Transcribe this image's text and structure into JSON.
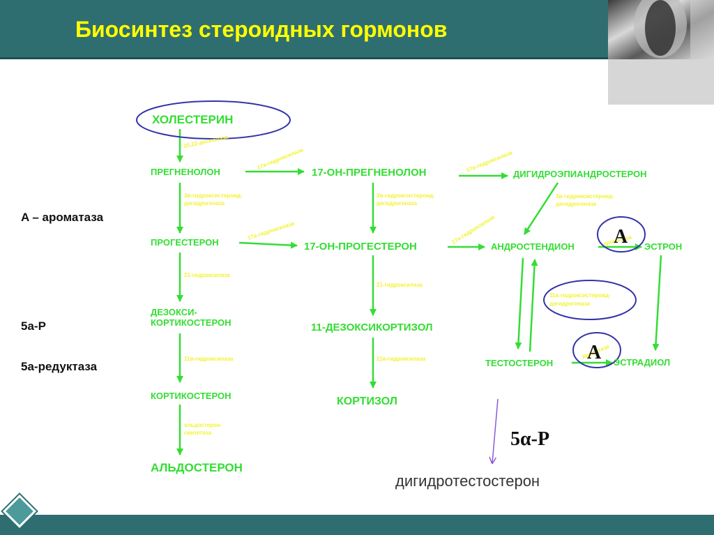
{
  "title": "Биосинтез стероидных гормонов",
  "legend": {
    "aromatase": "A – ароматаза",
    "reductase_abbr": "5a-P",
    "reductase": "5a-редуктаза"
  },
  "compounds": {
    "cholesterol": "ХОЛЕСТЕРИН",
    "pregnenolone": "ПРЕГНЕНОЛОН",
    "oh_pregnenolone": "17-ОН-ПРЕГНЕНОЛОН",
    "dhea": "ДИГИДРОЭПИАНДРОСТЕРОН",
    "progesterone": "ПРОГЕСТЕРОН",
    "oh_progesterone": "17-ОН-ПРОГЕСТЕРОН",
    "androstenedione": "АНДРОСТЕНДИОН",
    "estrone": "ЭСТРОН",
    "deoxycorticosterone_1": "ДЕЗОКСИ-",
    "deoxycorticosterone_2": "КОРТИКОСТЕРОН",
    "deoxycortisol": "11-ДЕЗОКСИКОРТИЗОЛ",
    "testosterone": "ТЕСТОСТЕРОН",
    "estradiol": "ЭСТРАДИОЛ",
    "corticosterone": "КОРТИКОСТЕРОН",
    "cortisol": "КОРТИЗОЛ",
    "aldosterone": "АЛЬДОСТЕРОН"
  },
  "enzymes": {
    "desmolase": "20,22-десмолаза",
    "hydroxylase17_1": "17a-гидроксилаза",
    "hydroxylase17_2": "17a-гидроксилаза",
    "hsd3b_1": "3в-гидроксистероид-",
    "hsd3b_2": "дегидрогеназа",
    "hsd3b_3": "3в-гидроксистероид-",
    "hsd3b_4": "дегидрогеназа",
    "hsd3b_5": "3в-гидроксистероид-",
    "hsd3b_6": "дегидрогеназа",
    "hydroxylase17_3": "17a-гидроксилаза",
    "hydroxylase17_4": "17a-гидроксилаза",
    "hydroxylase21_1": "21-гидроксилаза",
    "hydroxylase21_2": "21-гидроксилаза",
    "hsd11_1": "11в-гидроксистероид-",
    "hsd11_2": "дегидрогеназа",
    "hydroxylase11_1": "11в-гидроксилаза",
    "hydroxylase11_2": "11в-гидроксилаза",
    "aldo_syn_1": "альдостерон-",
    "aldo_syn_2": "синтетаза",
    "aromatase_label_1": "ароматаза",
    "aromatase_label_2": "ароматаза"
  },
  "markers": {
    "aromatase_top": "A",
    "aromatase_bottom": "A",
    "reductase_marker": "5α-P"
  },
  "product": "дигидротестостерон",
  "colors": {
    "header": "#2f6e70",
    "title": "#ffff00",
    "compound": "#33dd33",
    "enzyme": "#f2f230",
    "circle": "#3333aa",
    "footer": "#2f6e70"
  }
}
